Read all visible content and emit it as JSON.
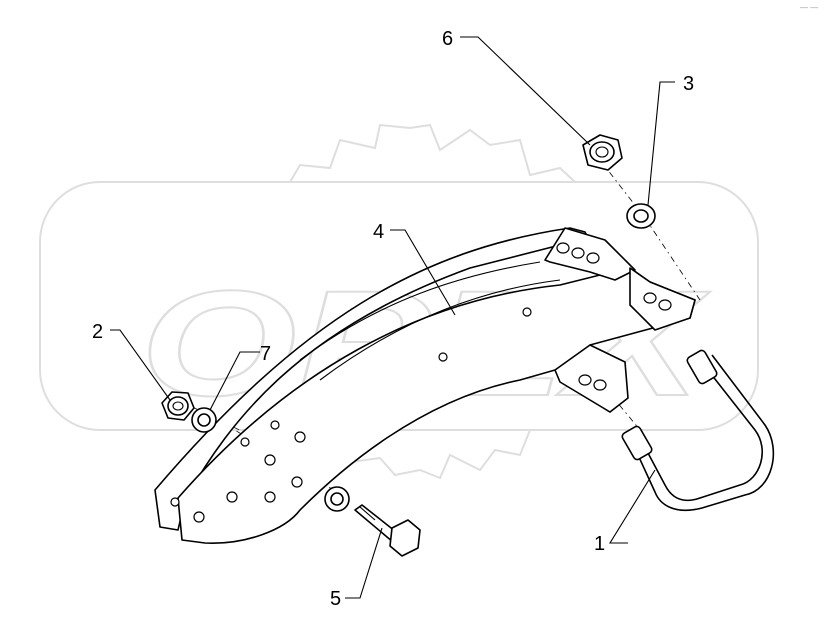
{
  "diagram": {
    "watermark": {
      "text": "OPEX"
    },
    "callouts": [
      {
        "id": "1",
        "label": "1",
        "part": "u-bolt"
      },
      {
        "id": "2",
        "label": "2",
        "part": "nut-left"
      },
      {
        "id": "3",
        "label": "3",
        "part": "washer-top"
      },
      {
        "id": "4",
        "label": "4",
        "part": "bracket"
      },
      {
        "id": "5",
        "label": "5",
        "part": "bolt"
      },
      {
        "id": "6",
        "label": "6",
        "part": "nut-top"
      },
      {
        "id": "7",
        "label": "7",
        "part": "washer-left"
      }
    ],
    "corner_mark": "— —"
  }
}
